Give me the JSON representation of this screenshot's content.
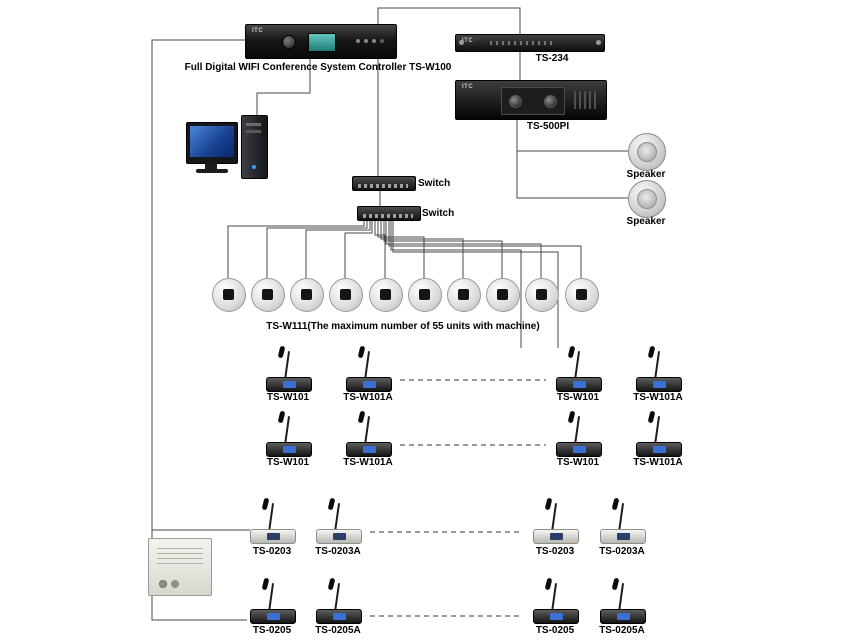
{
  "brand": "ITC",
  "colors": {
    "line": "#4a4a4a",
    "screen_teal": "#2e9e97",
    "mic_screen_blue": "#3b6fd4"
  },
  "controller": {
    "label": "Full Digital WIFI Conference System Controller TS-W100"
  },
  "ts234": {
    "label": "TS-234"
  },
  "ts500pi": {
    "label": "TS-500PI"
  },
  "speakers": [
    {
      "label": "Speaker"
    },
    {
      "label": "Speaker"
    }
  ],
  "switches": [
    {
      "label": "Switch"
    },
    {
      "label": "Switch"
    }
  ],
  "wireless_row": {
    "caption": "TS-W111(The maximum number of 55 units with machine)",
    "unit_count": 10
  },
  "mic_rows": [
    {
      "labels": [
        "TS-W101",
        "TS-W101A",
        "TS-W101",
        "TS-W101A"
      ]
    },
    {
      "labels": [
        "TS-W101",
        "TS-W101A",
        "TS-W101",
        "TS-W101A"
      ]
    },
    {
      "labels": [
        "TS-0203",
        "TS-0203A",
        "TS-0203",
        "TS-0203A"
      ]
    },
    {
      "labels": [
        "TS-0205",
        "TS-0205A",
        "TS-0205",
        "TS-0205A"
      ]
    }
  ]
}
